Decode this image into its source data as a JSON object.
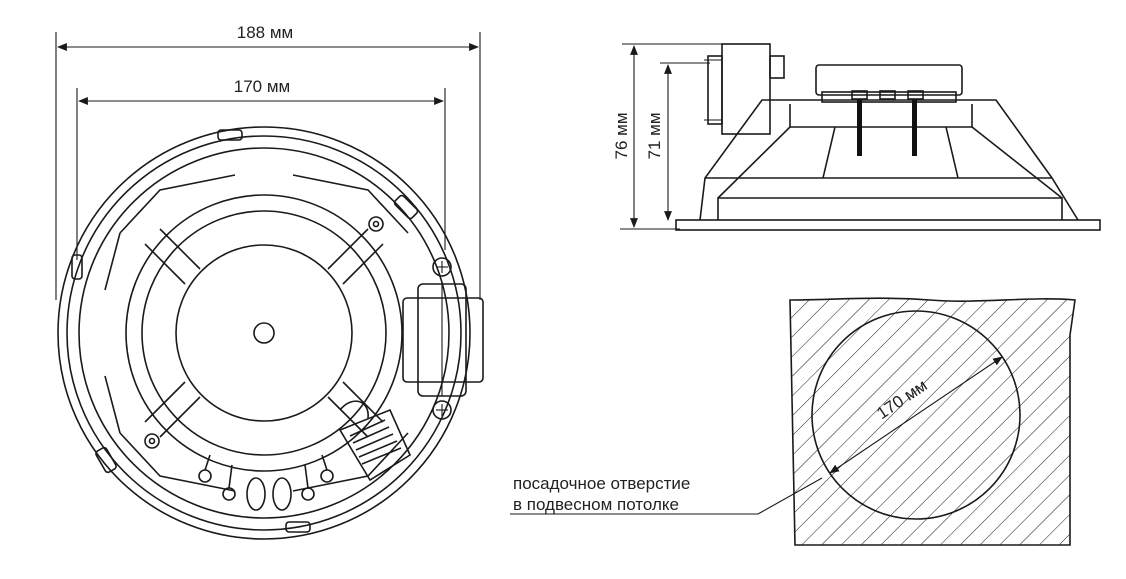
{
  "front_view": {
    "outer_diameter_label": "188 мм",
    "inner_diameter_label": "170 мм"
  },
  "side_view": {
    "total_height_label": "76 мм",
    "body_height_label": "71 мм"
  },
  "cutout_view": {
    "hole_diameter_label": "170 мм",
    "note_line1": "посадочное отверстие",
    "note_line2": "в подвесном потолке"
  }
}
